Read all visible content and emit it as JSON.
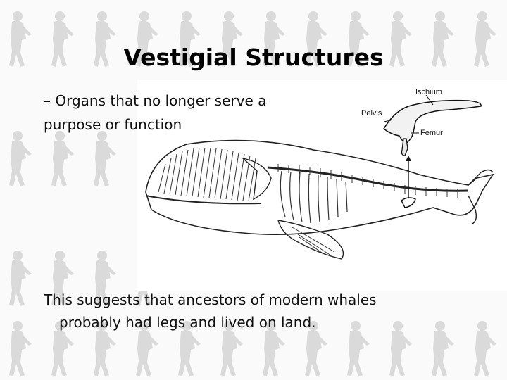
{
  "slide": {
    "title": "Vestigial Structures",
    "bullet": "– Organs that no longer serve a purpose or function",
    "caption_line1": "This suggests that ancestors of modern whales",
    "caption_line2": "probably had legs and lived on land."
  },
  "diagram": {
    "labels": {
      "ischium": "Ischium",
      "pelvis": "Pelvis",
      "femur": "Femur"
    }
  }
}
